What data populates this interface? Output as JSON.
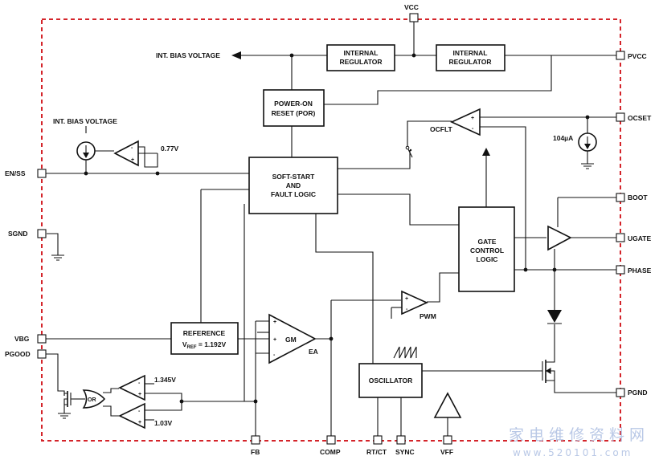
{
  "pins": {
    "vcc": "VCC",
    "pvcc": "PVCC",
    "ocset": "OCSET",
    "en_ss": "EN/SS",
    "sgnd": "SGND",
    "boot": "BOOT",
    "ugate": "UGATE",
    "phase": "PHASE",
    "vbg": "VBG",
    "pgood": "PGOOD",
    "pgnd": "PGND",
    "fb": "FB",
    "comp": "COMP",
    "rt_ct": "RT/CT",
    "sync": "SYNC",
    "vff": "VFF"
  },
  "blocks": {
    "internal_regulator_1": [
      "INTERNAL",
      "REGULATOR"
    ],
    "internal_regulator_2": [
      "INTERNAL",
      "REGULATOR"
    ],
    "por": [
      "POWER-ON",
      "RESET (POR)"
    ],
    "soft_start": [
      "SOFT-START",
      "AND",
      "FAULT LOGIC"
    ],
    "gate_control": [
      "GATE",
      "CONTROL",
      "LOGIC"
    ],
    "reference_title": "REFERENCE",
    "reference_value_prefix": "V",
    "reference_value_sub": "REF",
    "reference_value_suffix": " = 1.192V",
    "oscillator": "OSCILLATOR",
    "or_gate": "OR"
  },
  "labels": {
    "int_bias_voltage_top": "INT. BIAS VOLTAGE",
    "int_bias_voltage_left": "INT. BIAS VOLTAGE",
    "v077": "0.77V",
    "ocflt": "OCFLT",
    "i104": "104µA",
    "gm": "GM",
    "ea": "EA",
    "pwm": "PWM",
    "v1345": "1.345V",
    "v103": "1.03V",
    "plus": "+",
    "minus": "-"
  },
  "watermark": {
    "cn": "家电维修资料网",
    "url": "www.520101.com"
  }
}
